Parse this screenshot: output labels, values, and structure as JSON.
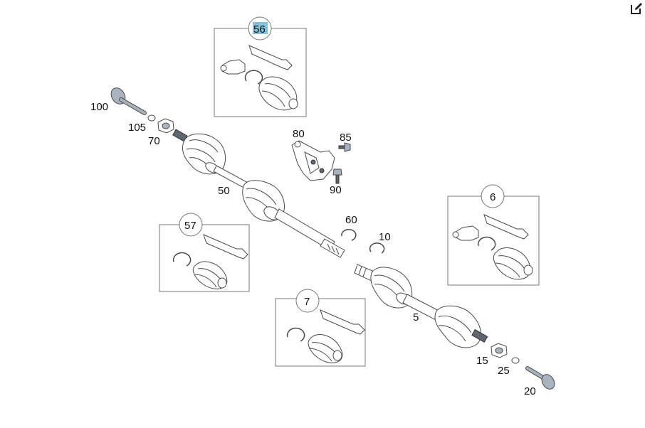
{
  "toolbar": {
    "edit_icon": "edit-icon"
  },
  "callouts": {
    "p100": "100",
    "p105": "105",
    "p70": "70",
    "p50": "50",
    "p80": "80",
    "p85": "85",
    "p90": "90",
    "p60": "60",
    "p10": "10",
    "p5": "5",
    "p15": "15",
    "p25": "25",
    "p20": "20"
  },
  "kits": {
    "k56": {
      "label": "56",
      "highlight": "#7fc3de"
    },
    "k57": {
      "label": "57"
    },
    "k7": {
      "label": "7"
    },
    "k6": {
      "label": "6"
    }
  },
  "colors": {
    "line": "#4a4a4a",
    "metal": "#a9b3bd",
    "highlight": "#7fc3de"
  }
}
